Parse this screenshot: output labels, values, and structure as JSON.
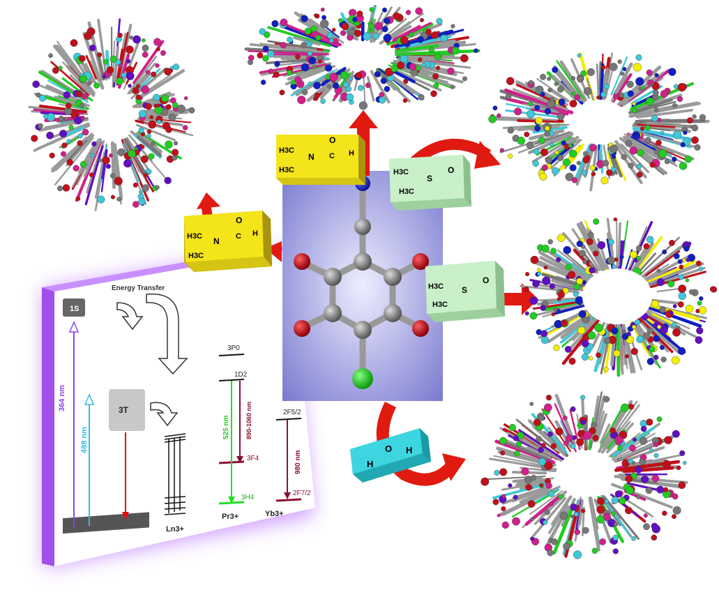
{
  "energy_diagram": {
    "title": "Energy Transfer",
    "singlet_label": "1S",
    "triplet_label": "3T",
    "excitation_1": "364 nm",
    "excitation_2": "488 nm",
    "ln_label": "Ln3+",
    "pr_label": "Pr3+",
    "yb_label": "Yb3+",
    "pr_emission_1": "525 nm",
    "pr_emission_2": "890-1060 nm",
    "yb_emission": "980 nm",
    "level_3P0": "3P0",
    "level_1D2": "1D2",
    "level_3F4": "3F4",
    "level_3H4": "3H4",
    "level_2F52": "2F5/2",
    "level_2F72": "2F7/2"
  },
  "solvent_labels": {
    "dmf_top": {
      "h3c_a": "H3C",
      "n": "N",
      "o": "O",
      "c": "C",
      "h": "H",
      "h3c_b": "H3C"
    },
    "dmf_left": {
      "h3c_a": "H3C",
      "n": "N",
      "o": "O",
      "c": "C",
      "h": "H",
      "h3c_b": "H3C"
    },
    "dmso_top": {
      "h3c_a": "H3C",
      "s": "S",
      "o": "O",
      "h3c_b": "H3C"
    },
    "dmso_mid": {
      "h3c_a": "H3C",
      "s": "S",
      "o": "O",
      "h3c_b": "H3C"
    },
    "water": {
      "h_a": "H",
      "o": "O",
      "h_b": "H"
    }
  },
  "colors": {
    "ligand_bg_top": "#8a8ad6",
    "ligand_bg_center": "#eeeeff",
    "dmf_box": "#f4e41a",
    "dmso_box": "#c9f0c9",
    "water_box": "#3dd6e0",
    "arrow_red": "#e01a10",
    "glow_purple": "#b060ff",
    "atom_red": "#c0101a",
    "atom_grey": "#777777",
    "atom_green": "#22cc22",
    "atom_blue": "#1020c0",
    "atom_cyan": "#40c8d8",
    "atom_yellow": "#f2f000",
    "atom_magenta": "#d0208a",
    "atom_purple": "#6010c0"
  }
}
